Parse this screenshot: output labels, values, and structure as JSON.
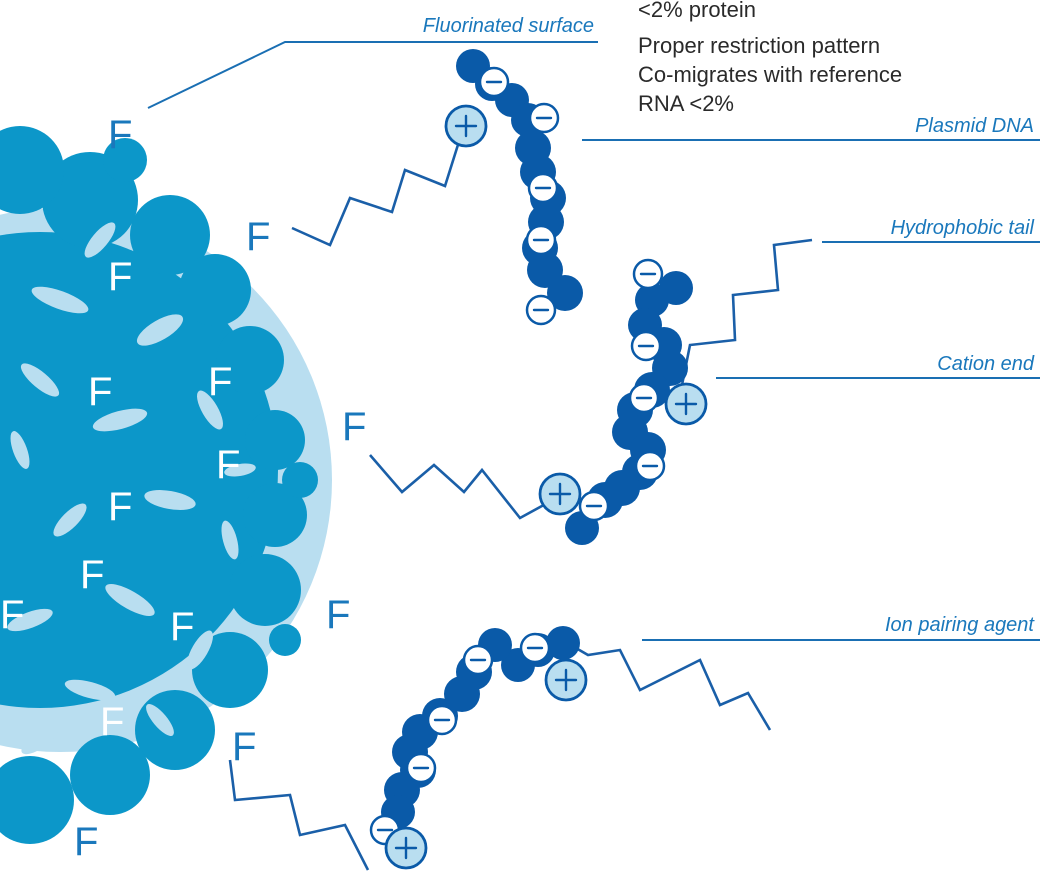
{
  "specs": [
    "<2% protein",
    "Proper restriction pattern",
    "Co-migrates with reference",
    "RNA <2%"
  ],
  "labels": {
    "fluorinated_surface": "Fluorinated surface",
    "plasmid_dna": "Plasmid DNA",
    "hydrophobic_tail": "Hydrophobic tail",
    "cation_end": "Cation end",
    "ion_pairing_agent": "Ion pairing agent"
  },
  "fluorine_symbol": "F",
  "colors": {
    "particle_core": "#0c97c9",
    "particle_halo": "#b9def0",
    "dna_bead": "#0a5aa8",
    "cation_fill": "#b9def0",
    "label_text": "#1a78bc"
  }
}
